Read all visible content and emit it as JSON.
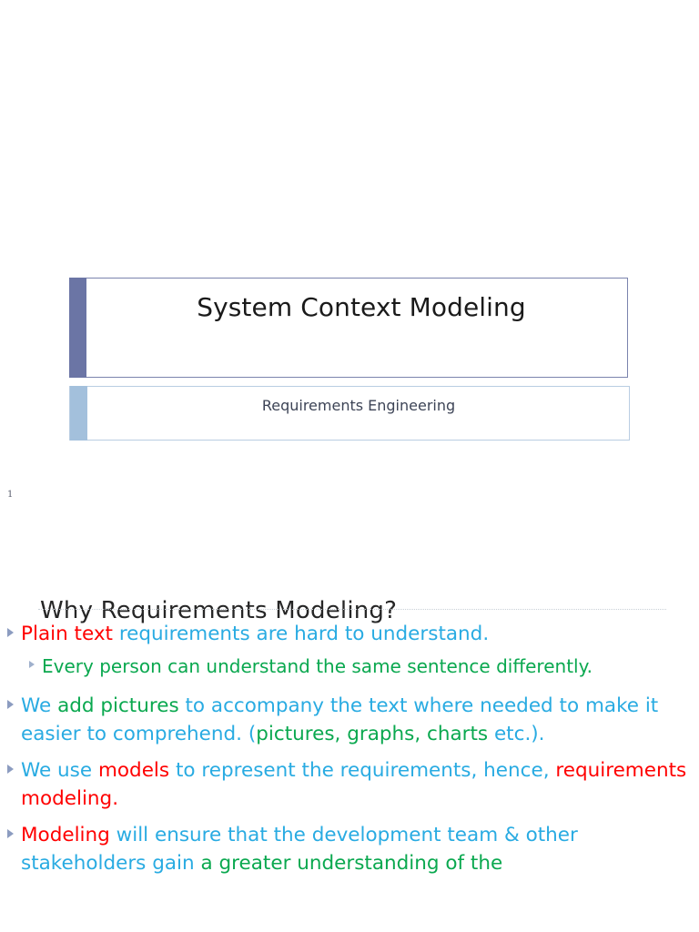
{
  "document": {
    "type": "presentation-slides",
    "page_label": "1"
  },
  "colors": {
    "red": "#ff0000",
    "cyan": "#29abe2",
    "green": "#0aa84f",
    "title_accent": "#6b75a5",
    "title_border": "#7b84ad",
    "subtitle_accent": "#a3c0dc",
    "subtitle_border": "#b9cde2",
    "heading_text": "#262626",
    "subtitle_text": "#3d4456"
  },
  "slide1": {
    "title": "System Context Modeling",
    "subtitle": "Requirements Engineering",
    "page_number": "1"
  },
  "slide2": {
    "heading": "Why Requirements Modeling?",
    "bullets": [
      {
        "level": 1,
        "runs": [
          {
            "text": "Plain text",
            "color": "red"
          },
          {
            "text": " requirements are hard to understand.",
            "color": "cyan"
          }
        ]
      },
      {
        "level": 2,
        "runs": [
          {
            "text": "Every person can understand the same sentence differently.",
            "color": "green"
          }
        ]
      },
      {
        "level": 1,
        "runs": [
          {
            "text": "We ",
            "color": "cyan"
          },
          {
            "text": "add pictures ",
            "color": "green"
          },
          {
            "text": "to accompany the text where needed to make it easier to comprehend. (",
            "color": "cyan"
          },
          {
            "text": "pictures, graphs, charts",
            "color": "green"
          },
          {
            "text": " etc.).",
            "color": "cyan"
          }
        ]
      },
      {
        "level": 1,
        "runs": [
          {
            "text": "We use ",
            "color": "cyan"
          },
          {
            "text": "models",
            "color": "red"
          },
          {
            "text": " to represent the requirements, hence, ",
            "color": "cyan"
          },
          {
            "text": "requirements modeling.",
            "color": "red"
          }
        ]
      },
      {
        "level": 1,
        "runs": [
          {
            "text": "Modeling",
            "color": "red"
          },
          {
            "text": " will ensure that the development team & other stakeholders gain ",
            "color": "cyan"
          },
          {
            "text": "a greater understanding of the",
            "color": "green"
          }
        ]
      }
    ]
  }
}
